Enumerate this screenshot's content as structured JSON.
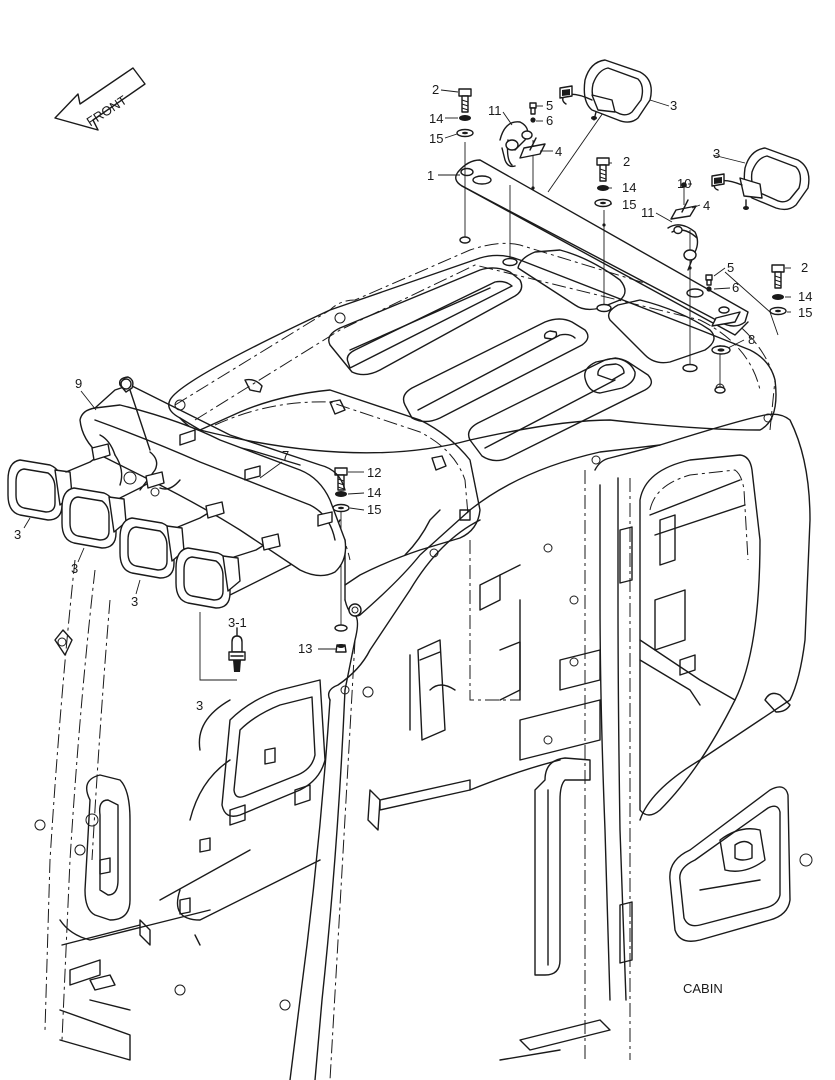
{
  "title": "CABIN",
  "front_arrow_label": "FRONT",
  "callouts": [
    {
      "id": "c1",
      "text": "1"
    },
    {
      "id": "c2a",
      "text": "2"
    },
    {
      "id": "c2b",
      "text": "2"
    },
    {
      "id": "c2c",
      "text": "2"
    },
    {
      "id": "c3a",
      "text": "3"
    },
    {
      "id": "c3b",
      "text": "3"
    },
    {
      "id": "c3c",
      "text": "3"
    },
    {
      "id": "c3d",
      "text": "3"
    },
    {
      "id": "c3e",
      "text": "3"
    },
    {
      "id": "c3f",
      "text": "3"
    },
    {
      "id": "c3g",
      "text": "3"
    },
    {
      "id": "c31",
      "text": "3-1"
    },
    {
      "id": "c4a",
      "text": "4"
    },
    {
      "id": "c4b",
      "text": "4"
    },
    {
      "id": "c5a",
      "text": "5"
    },
    {
      "id": "c5b",
      "text": "5"
    },
    {
      "id": "c6a",
      "text": "6"
    },
    {
      "id": "c6b",
      "text": "6"
    },
    {
      "id": "c7",
      "text": "7"
    },
    {
      "id": "c8",
      "text": "8"
    },
    {
      "id": "c9",
      "text": "9"
    },
    {
      "id": "c10",
      "text": "10"
    },
    {
      "id": "c11a",
      "text": "11"
    },
    {
      "id": "c11b",
      "text": "11"
    },
    {
      "id": "c12",
      "text": "12"
    },
    {
      "id": "c13",
      "text": "13"
    },
    {
      "id": "c14a",
      "text": "14"
    },
    {
      "id": "c14b",
      "text": "14"
    },
    {
      "id": "c14c",
      "text": "14"
    },
    {
      "id": "c14d",
      "text": "14"
    },
    {
      "id": "c15a",
      "text": "15"
    },
    {
      "id": "c15b",
      "text": "15"
    },
    {
      "id": "c15c",
      "text": "15"
    },
    {
      "id": "c15d",
      "text": "15"
    }
  ]
}
